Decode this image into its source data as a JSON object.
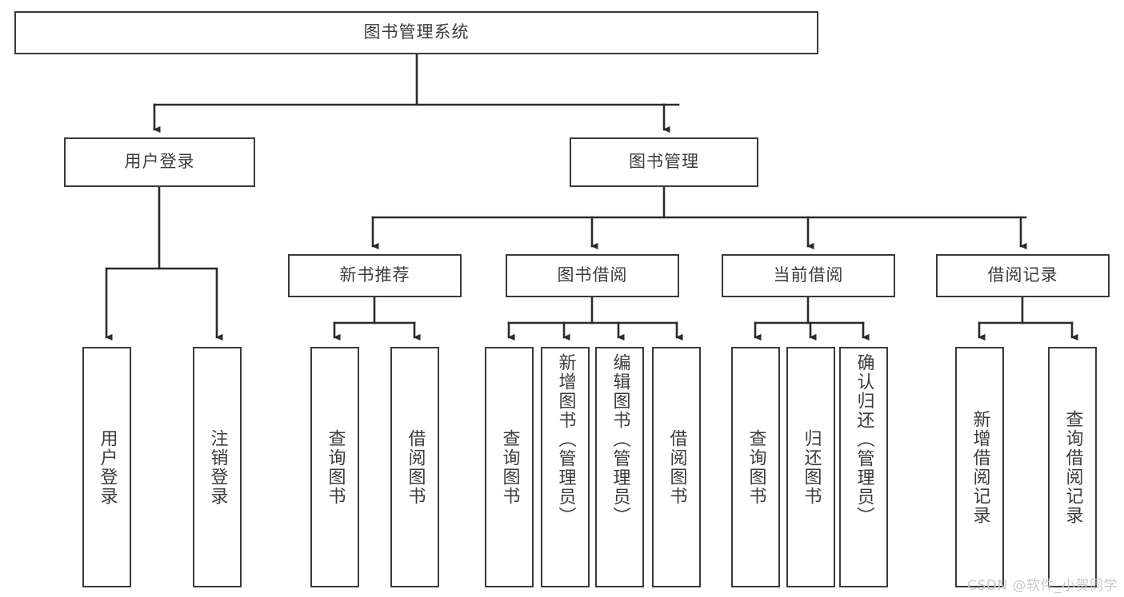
{
  "diagram": {
    "title": "图书管理系统",
    "watermark": "CSDN @软件_小贺同学",
    "colors": {
      "box_border": "#3a3a3a",
      "box_fill": "#ffffff",
      "text": "#3c3c3c",
      "connector": "#2b2b2b",
      "watermark": "#c9c9c9",
      "background": "#ffffff"
    },
    "levels": {
      "root_label": "图书管理系统",
      "level2": [
        {
          "label": "用户登录"
        },
        {
          "label": "图书管理"
        }
      ],
      "level3": [
        {
          "label": "新书推荐"
        },
        {
          "label": "图书借阅"
        },
        {
          "label": "当前借阅"
        },
        {
          "label": "借阅记录"
        }
      ]
    },
    "nodes": {
      "root": "图书管理系统",
      "user_login": "用户登录",
      "book_manage": "图书管理",
      "new_book_recommend": "新书推荐",
      "book_borrow": "图书借阅",
      "current_borrow": "当前借阅",
      "borrow_record": "借阅记录",
      "leaf_user_login": "用户登录",
      "leaf_logout_login": "注销登录",
      "leaf_query_book_1": "查询图书",
      "leaf_borrow_book_1": "借阅图书",
      "leaf_query_book_2": "查询图书",
      "leaf_add_book_admin": "新增图书（管理员）",
      "leaf_edit_book_admin": "编辑图书（管理员）",
      "leaf_borrow_book_2": "借阅图书",
      "leaf_query_book_3": "查询图书",
      "leaf_return_book": "归还图书",
      "leaf_confirm_return_admin": "确认归还（管理员）",
      "leaf_add_borrow_record": "新增借阅记录",
      "leaf_query_borrow_record": "查询借阅记录"
    }
  }
}
